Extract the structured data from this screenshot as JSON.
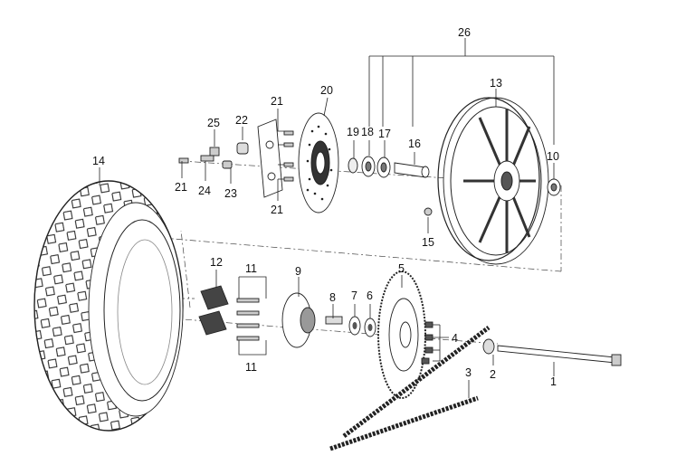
{
  "diagram": {
    "callouts": [
      {
        "id": "c1",
        "text": "1"
      },
      {
        "id": "c2",
        "text": "2"
      },
      {
        "id": "c3",
        "text": "3"
      },
      {
        "id": "c4",
        "text": "4"
      },
      {
        "id": "c5",
        "text": "5"
      },
      {
        "id": "c6",
        "text": "6"
      },
      {
        "id": "c7",
        "text": "7"
      },
      {
        "id": "c8",
        "text": "8"
      },
      {
        "id": "c9",
        "text": "9"
      },
      {
        "id": "c10",
        "text": "10"
      },
      {
        "id": "c11a",
        "text": "11"
      },
      {
        "id": "c11b",
        "text": "11"
      },
      {
        "id": "c12",
        "text": "12"
      },
      {
        "id": "c13",
        "text": "13"
      },
      {
        "id": "c14",
        "text": "14"
      },
      {
        "id": "c15",
        "text": "15"
      },
      {
        "id": "c16",
        "text": "16"
      },
      {
        "id": "c17",
        "text": "17"
      },
      {
        "id": "c18",
        "text": "18"
      },
      {
        "id": "c19",
        "text": "19"
      },
      {
        "id": "c20",
        "text": "20"
      },
      {
        "id": "c21a",
        "text": "21"
      },
      {
        "id": "c21b",
        "text": "21"
      },
      {
        "id": "c21c",
        "text": "21"
      },
      {
        "id": "c22",
        "text": "22"
      },
      {
        "id": "c23",
        "text": "23"
      },
      {
        "id": "c24",
        "text": "24"
      },
      {
        "id": "c25",
        "text": "25"
      },
      {
        "id": "c26",
        "text": "26"
      }
    ]
  }
}
